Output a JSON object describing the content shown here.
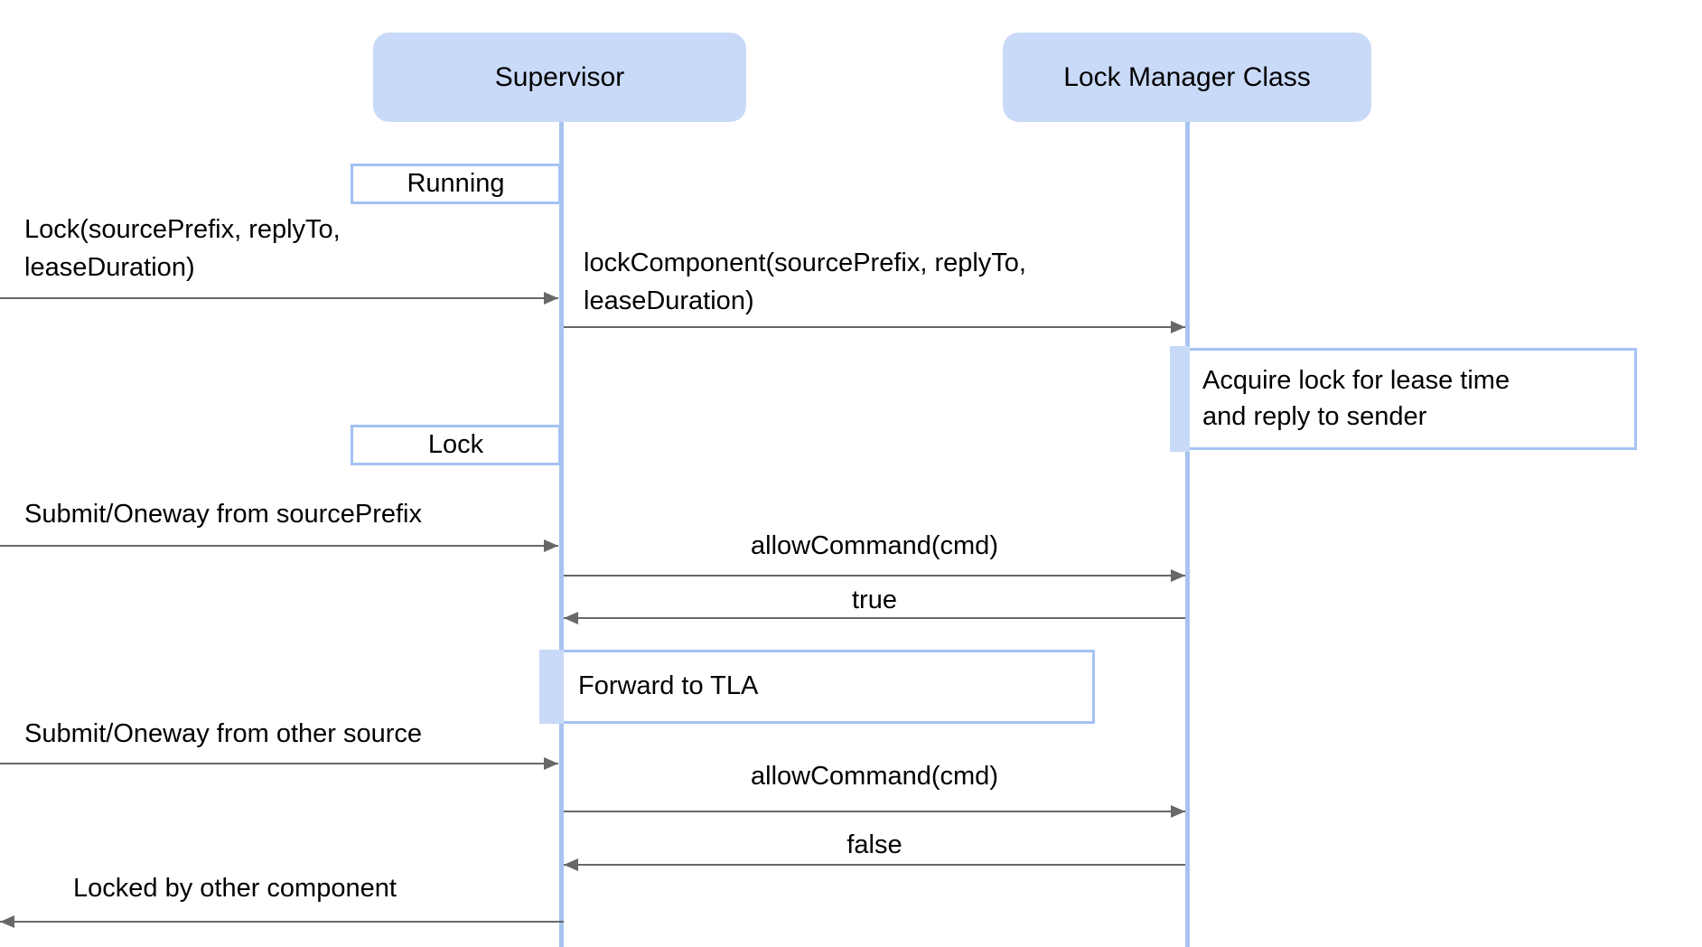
{
  "diagram": {
    "type": "sequence-diagram",
    "colors": {
      "actor_fill": "#c9daf8",
      "lifeline": "#a8c3f0",
      "box_border": "#a4c2f4",
      "arrow": "#686868",
      "text": "#000000"
    },
    "actors": {
      "supervisor": "Supervisor",
      "lock_manager": "Lock Manager Class"
    },
    "states": {
      "running": "Running",
      "lock": "Lock"
    },
    "notes": {
      "acquire": "Acquire lock for lease time\n and reply to sender",
      "forward": "Forward to TLA"
    },
    "messages": {
      "m1": "Lock(sourcePrefix, replyTo,\nleaseDuration)",
      "m2": "lockComponent(sourcePrefix, replyTo,\nleaseDuration)",
      "m3": "Submit/Oneway from sourcePrefix",
      "m4": "allowCommand(cmd)",
      "m5": "true",
      "m6": "Submit/Oneway from other source",
      "m7": "allowCommand(cmd)",
      "m8": "false",
      "m9": "Locked by other component"
    }
  }
}
